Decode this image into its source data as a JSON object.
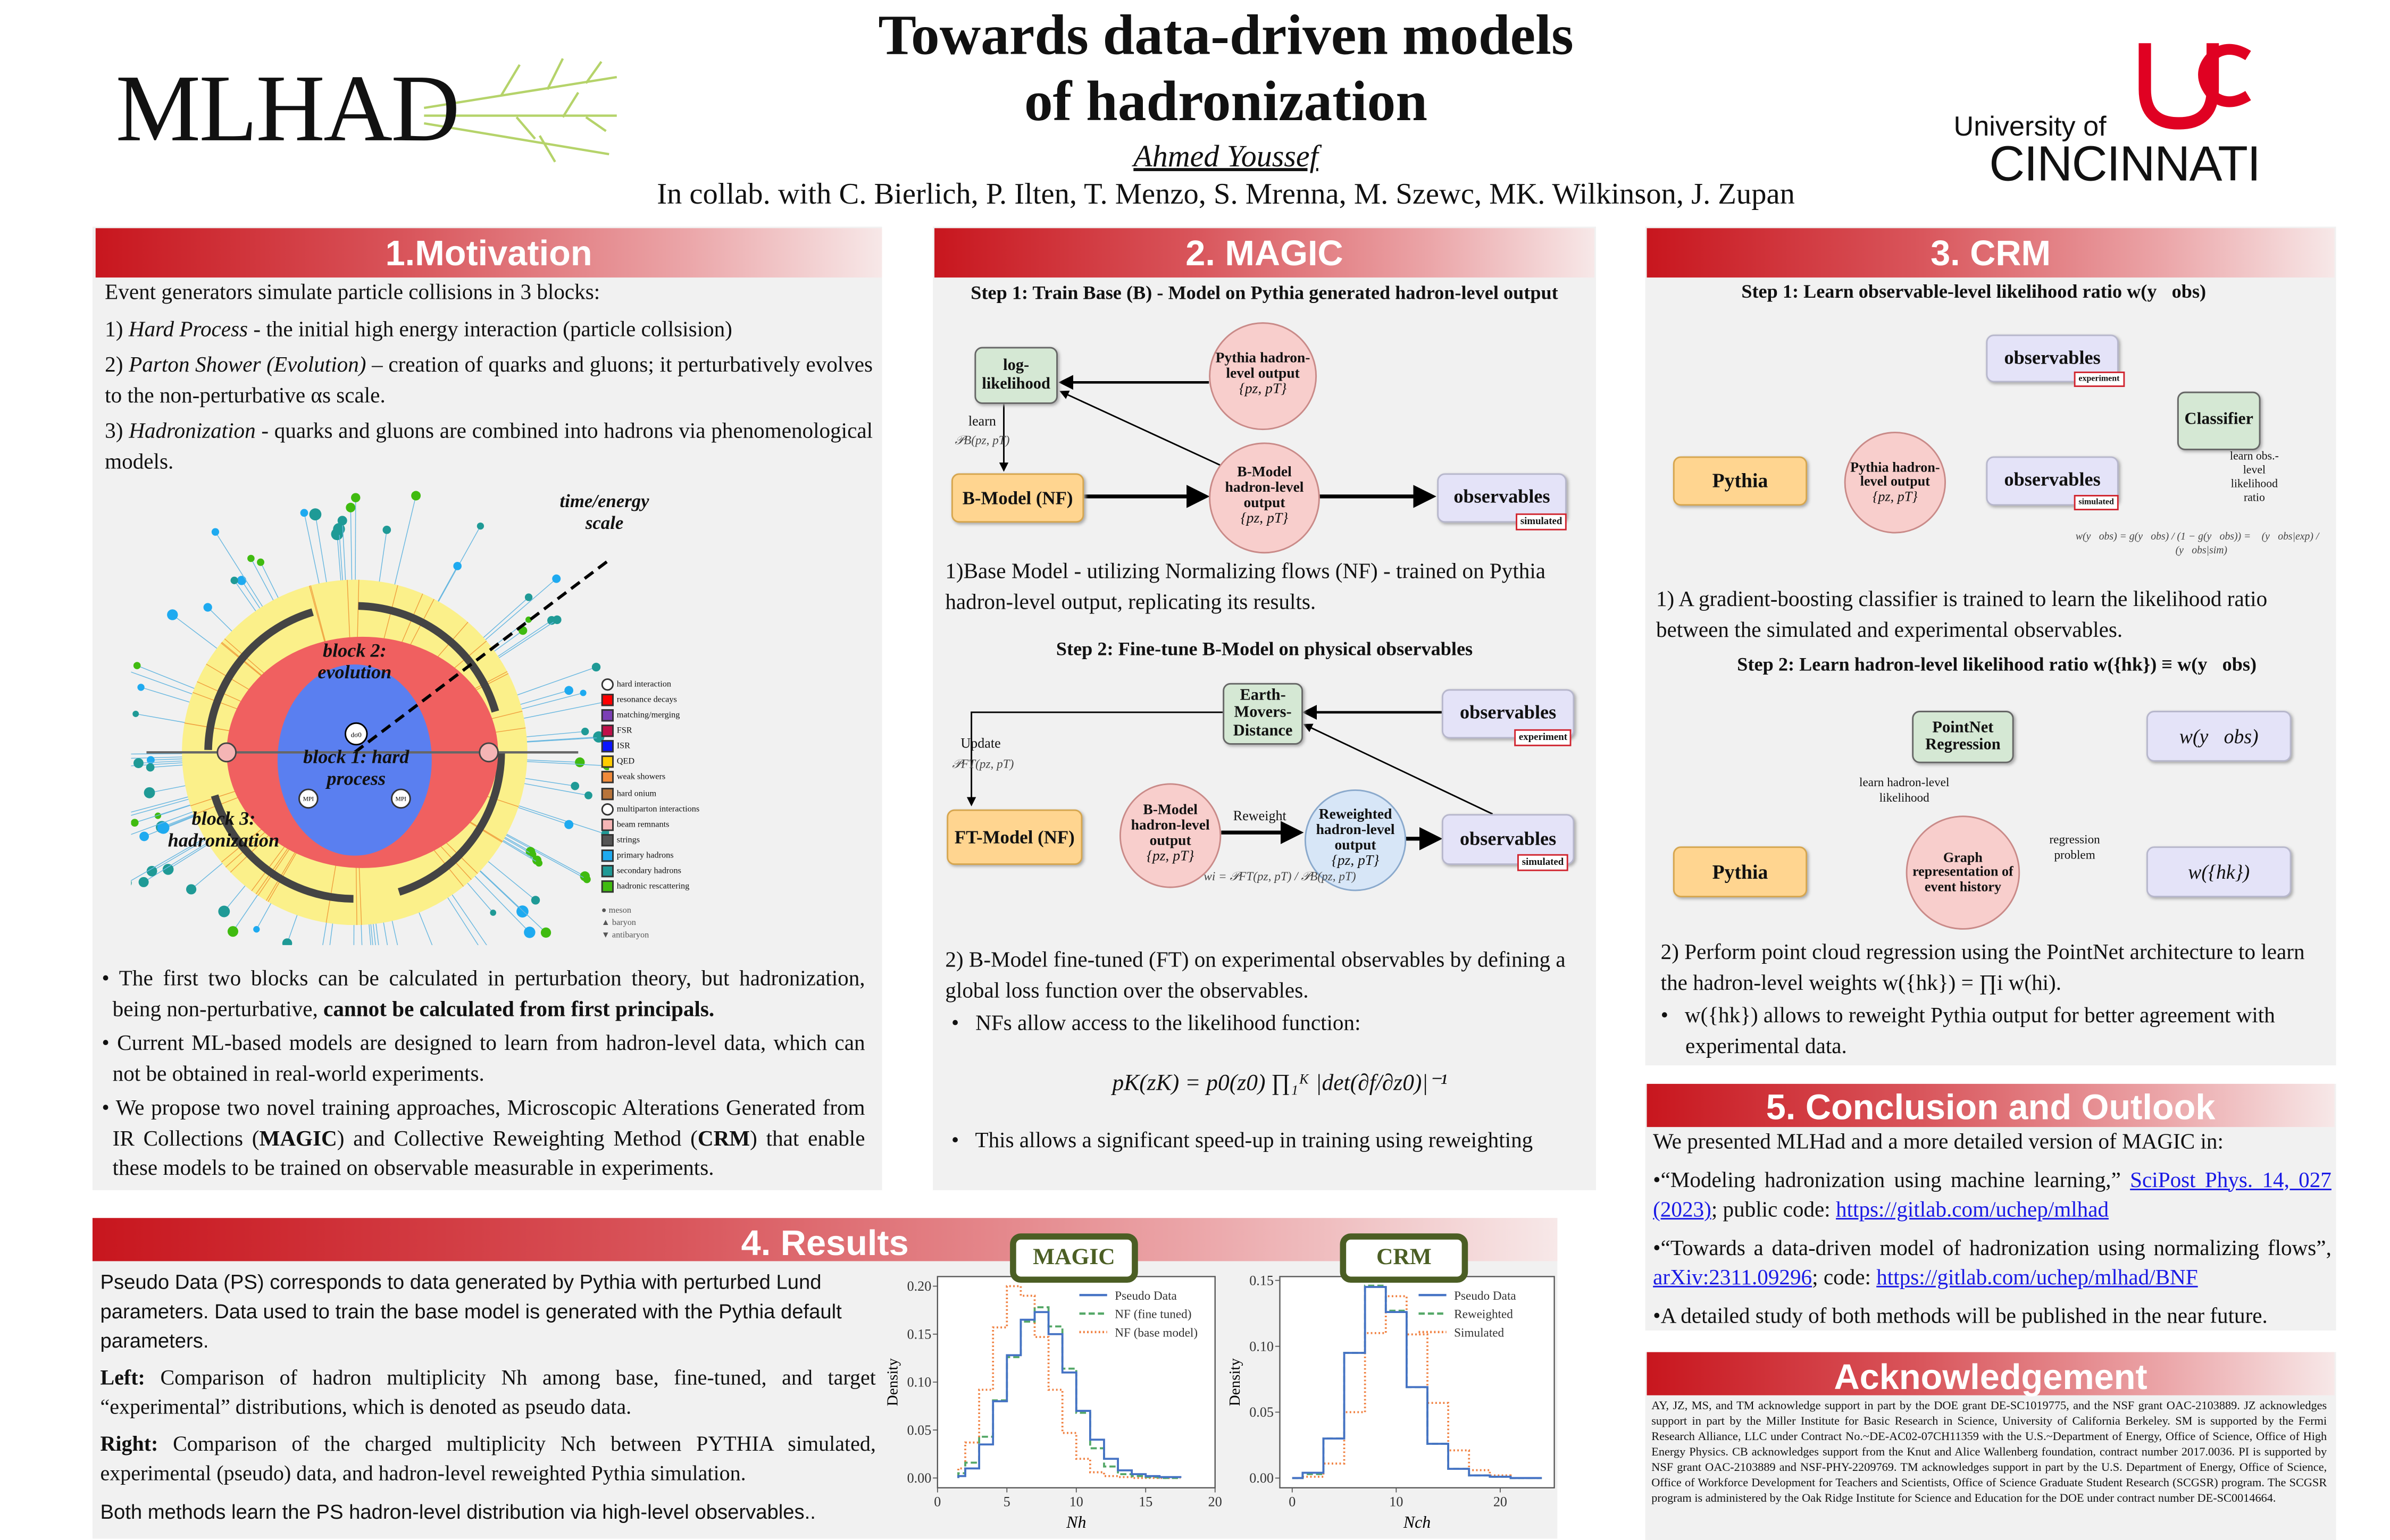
{
  "header": {
    "logo": "MLHAD",
    "title_line1": "Towards data-driven models",
    "title_line2": "of hadronization",
    "author": "Ahmed Youssef",
    "collab": "In collab. with C. Bierlich, P. Ilten, T. Menzo, S. Mrenna, M. Szewc, MK. Wilkinson, J. Zupan",
    "university_line1": "University of",
    "university_line2": "CINCINNATI",
    "colors": {
      "accent": "#c8161e",
      "badge": "#4b5e24",
      "link": "#1a1ae6"
    }
  },
  "motivation": {
    "heading": "1.Motivation",
    "intro": "Event generators simulate particle collisions in 3 blocks:",
    "items": [
      {
        "num": "1)",
        "em": "Hard Process",
        "rest": " - the initial high energy interaction (particle collsision)"
      },
      {
        "num": "2)",
        "em": "Parton Shower (Evolution)",
        "rest": " – creation of quarks and gluons; it perturbatively evolves to the non-perturbative αs scale."
      },
      {
        "num": "3)",
        "em": "Hadronization",
        "rest": " - quarks and gluons are combined into hadrons via phenomenological models."
      }
    ],
    "figure": {
      "axis_label": "time/energy scale",
      "block1": "block 1: hard process",
      "block2": "block 2: evolution",
      "block3": "block 3: hadronization",
      "center_label": "dσ0",
      "mpi_label": "MPI",
      "legend": [
        "hard interaction",
        "resonance decays",
        "matching/merging",
        "FSR",
        "ISR",
        "QED",
        "weak showers",
        "hard onium",
        "multiparton interactions",
        "beam remnants",
        "strings",
        "primary hadrons",
        "secondary hadrons",
        "hadronic rescattering"
      ],
      "legend_colors": [
        "#ffffff",
        "#ff0000",
        "#7b3fb5",
        "#c0104a",
        "#0a14ff",
        "#ffcc00",
        "#f08a3a",
        "#b8743a",
        "#ffffff",
        "#f5b5b5",
        "#555555",
        "#1eaaf0",
        "#1f9a96",
        "#40bb10"
      ],
      "shape_legend": [
        "meson",
        "baryon",
        "antibaryon"
      ]
    },
    "bullets": [
      {
        "a": "The first two blocks can be calculated in perturbation theory, but hadronization, being non-perturbative, ",
        "b": "cannot be calculated from first principals."
      },
      {
        "a": "Current ML-based models are designed to learn from hadron-level data, which can not be obtained in real-world experiments."
      },
      {
        "a": "We propose two novel training approaches, Microscopic Alterations Generated from IR Collections (",
        "b1": "MAGIC",
        "c": ") and Collective Reweighting Method (",
        "b2": "CRM",
        "d": ") that enable these models to be trained on observable measurable in experiments."
      }
    ]
  },
  "magic": {
    "heading": "2. MAGIC",
    "step1_title": "Step 1: Train Base (B) - Model on Pythia generated hadron-level output",
    "d1": {
      "loglik": "log-likelihood",
      "pythia_out": "Pythia hadron-level output",
      "set": "{pz, pT}",
      "learn": "learn",
      "pb": "𝒫B(pz, pT)",
      "bmodel": "B-Model (NF)",
      "bmodel_out": "B-Model hadron-level output",
      "observables": "observables",
      "simulated": "simulated"
    },
    "p1": "1)Base Model - utilizing Normalizing flows (NF) - trained on Pythia hadron-level output, replicating its results.",
    "step2_title": "Step 2: Fine-tune B-Model on physical observables",
    "d2": {
      "emd": "Earth-Movers-Distance",
      "observables": "observables",
      "experiment": "experiment",
      "update": "Update",
      "pft": "𝒫FT(pz, pT)",
      "ftmodel": "FT-Model (NF)",
      "bmodel_out": "B-Model hadron-level output",
      "set": "{pz, pT}",
      "reweight": "Reweight",
      "rw_out": "Reweighted hadron-level output",
      "simulated": "simulated",
      "wi": "wi = 𝒫FT(pz, pT) / 𝒫B(pz, pT)"
    },
    "p2": "2) B-Model fine-tuned (FT) on experimental observables by defining a global loss function over the observables.",
    "bullet1": "NFs allow access to the likelihood function:",
    "formula": "pK(zK) = p0(z0) ∏₁ᴷ |det(∂f/∂z0)|⁻¹",
    "bullet2": "This allows a significant speed-up in training using reweighting"
  },
  "crm": {
    "heading": "3. CRM",
    "step1_title": "Step 1: Learn observable-level likelihood ratio w(y⃗obs)",
    "d1": {
      "observables": "observables",
      "experiment": "experiment",
      "simulated": "simulated",
      "classifier": "Classifier",
      "pythia": "Pythia",
      "pythia_out": "Pythia hadron-level output",
      "set": "{pz, pT}",
      "learn": "learn obs.-level likelihood ratio",
      "formula": "w(y⃗obs) = g(y⃗obs) / (1 − g(y⃗obs)) = 𝒫(y⃗obs|exp) / 𝒫(y⃗obs|sim)"
    },
    "p1": "1) A gradient-boosting classifier is trained to learn the likelihood ratio between the simulated and experimental observables.",
    "step2_title": "Step 2: Learn hadron-level likelihood ratio w({hk}) ≡ w(y⃗obs)",
    "d2": {
      "pointnet": "PointNet Regression",
      "wyobs": "w(y⃗obs)",
      "learn": "learn hadron-level likelihood",
      "graph": "Graph representation of event history",
      "pythia": "Pythia",
      "regression": "regression problem",
      "whk": "w({hk})"
    },
    "p2": "2) Perform point cloud regression using the PointNet architecture to learn the hadron-level weights w({hk}) = ∏i w(hi).",
    "bullet": "w({hk}) allows to reweight Pythia output for better agreement with experimental data."
  },
  "results": {
    "heading": "4. Results",
    "p1": "Pseudo Data (PS) corresponds to data generated by Pythia with perturbed Lund parameters. Data used to train the base model is generated with the Pythia default parameters.",
    "p2_bold": "Left:",
    "p2": " Comparison of hadron multiplicity Nh among base, fine-tuned, and target “experimental” distributions, which is denoted as pseudo data.",
    "p3_bold": "Right:",
    "p3": " Comparison of the charged multiplicity Nch between PYTHIA simulated, experimental (pseudo) data, and hadron-level reweighted Pythia simulation.",
    "p4": "Both methods learn the PS hadron-level distribution via high-level observables..",
    "badge_left": "MAGIC",
    "badge_right": "CRM"
  },
  "chart_data": [
    {
      "type": "line",
      "style": "step-histogram",
      "title": "MAGIC",
      "xlabel": "Nh",
      "ylabel": "Density",
      "xlim": [
        0,
        20
      ],
      "ylim": [
        -0.0102,
        0.21
      ],
      "xticks": [
        0,
        5,
        10,
        15,
        20
      ],
      "xtick_labels": [
        "0",
        "5",
        "10",
        "15",
        "20"
      ],
      "yticks": [
        0,
        0.05,
        0.1,
        0.15,
        0.2
      ],
      "ytick_labels": [
        "0.00",
        "0.05",
        "0.10",
        "0.15",
        "0.20"
      ],
      "legend_position": "top-right",
      "bin_edges": [
        1.5,
        2,
        3,
        4,
        5,
        6,
        7,
        8,
        9,
        10,
        11,
        12,
        13,
        14,
        15,
        16,
        17.5
      ],
      "series": [
        {
          "name": "Pseudo Data",
          "color": "#4472c4",
          "dash": "",
          "values": [
            0.002,
            0.01,
            0.035,
            0.08,
            0.128,
            0.165,
            0.173,
            0.15,
            0.11,
            0.07,
            0.04,
            0.02,
            0.008,
            0.004,
            0.002,
            0.001
          ]
        },
        {
          "name": "NF (fine tuned)",
          "color": "#55a868",
          "dash": "4,2",
          "values": [
            0.005,
            0.016,
            0.043,
            0.081,
            0.126,
            0.163,
            0.178,
            0.158,
            0.114,
            0.068,
            0.031,
            0.012,
            0.004,
            0.002,
            0.001,
            0.0
          ]
        },
        {
          "name": "NF (base model)",
          "color": "#f08040",
          "dash": "1,1.5",
          "values": [
            0.01,
            0.037,
            0.092,
            0.157,
            0.2,
            0.19,
            0.147,
            0.092,
            0.047,
            0.02,
            0.006,
            0.002,
            0.001,
            0.0,
            0.0,
            0.0
          ]
        }
      ]
    },
    {
      "type": "line",
      "style": "step-histogram",
      "title": "CRM",
      "xlabel": "Nch",
      "ylabel": "Density",
      "xlim": [
        -1.19,
        25.2
      ],
      "ylim": [
        -0.0074,
        0.1529
      ],
      "xticks": [
        0,
        10,
        20
      ],
      "xtick_labels": [
        "0",
        "10",
        "20"
      ],
      "yticks": [
        0,
        0.05,
        0.1,
        0.15
      ],
      "ytick_labels": [
        "0.00",
        "0.05",
        "0.10",
        "0.15"
      ],
      "legend_position": "top-right",
      "bin_edges": [
        0,
        1,
        3,
        5,
        7,
        9,
        11,
        13,
        15,
        17,
        19,
        21,
        24
      ],
      "series": [
        {
          "name": "Pseudo Data",
          "color": "#4472c4",
          "dash": "",
          "values": [
            0.0,
            0.004,
            0.03,
            0.095,
            0.145,
            0.126,
            0.069,
            0.026,
            0.007,
            0.002,
            0.001,
            0.0
          ]
        },
        {
          "name": "Reweighted",
          "color": "#55a868",
          "dash": "4,2",
          "values": [
            0.0,
            0.003,
            0.03,
            0.095,
            0.146,
            0.127,
            0.069,
            0.026,
            0.007,
            0.002,
            0.001,
            0.0
          ]
        },
        {
          "name": "Simulated",
          "color": "#f08040",
          "dash": "1,1.5",
          "values": [
            0.0,
            0.001,
            0.011,
            0.05,
            0.11,
            0.138,
            0.109,
            0.057,
            0.021,
            0.006,
            0.002,
            0.0
          ]
        }
      ]
    }
  ],
  "conclusion": {
    "heading": "5. Conclusion and Outlook",
    "intro": "We presented MLHad and a more detailed version of MAGIC in:",
    "ref1_text": "“Modeling hadronization using machine learning,” ",
    "ref1_link": "SciPost Phys. 14, 027 (2023)",
    "ref1_mid": "; public code: ",
    "ref1_code": "https://gitlab.com/uchep/mlhad",
    "ref2_text": "“Towards a data-driven model of hadronization using normalizing flows”, ",
    "ref2_link": "arXiv:2311.09296",
    "ref2_mid": "; code: ",
    "ref2_code": "https://gitlab.com/uchep/mlhad/BNF",
    "final": "A detailed study of both methods will be published in the near future."
  },
  "ack": {
    "heading": "Acknowledgement",
    "text": "AY, JZ, MS, and TM acknowledge support in part by the DOE grant DE-SC1019775, and the NSF grant OAC-2103889. JZ acknowledges support in part by the Miller Institute for Basic Research in Science, University of California Berkeley. SM is supported by the Fermi Research Alliance, LLC under Contract No.~DE-AC02-07CH11359 with the U.S.~Department of Energy, Office of Science, Office of High Energy Physics. CB acknowledges support from the Knut and Alice Wallenberg foundation, contract number 2017.0036. PI is supported by NSF grant OAC-2103889 and NSF-PHY-2209769. TM acknowledges support in part by the U.S. Department of Energy, Office of Science, Office of Workforce Development for Teachers and Scientists, Office of Science Graduate Student Research (SCGSR) program. The SCGSR program is administered by the Oak Ridge Institute for Science and Education for the DOE under contract number DE-SC0014664."
  }
}
